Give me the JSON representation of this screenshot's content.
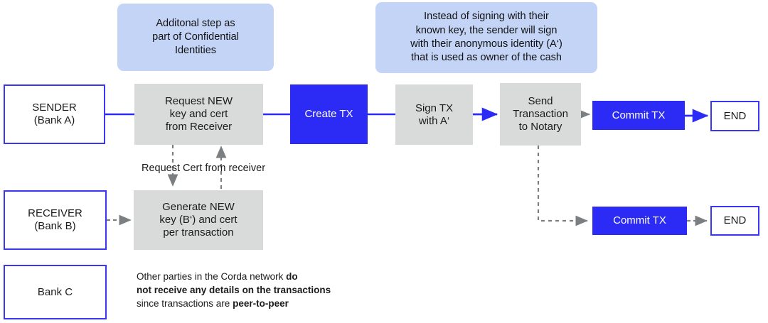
{
  "diagram": {
    "title": "Corda confidential identities transaction flow",
    "colors": {
      "accent_blue": "#2B2BF5",
      "outline_blue": "#3B36F0",
      "callout_blue": "#C3D4F7",
      "process_gray": "#D9DBDB",
      "dashed_gray": "#808285",
      "text": "#1b1b1b"
    }
  },
  "callouts": [
    {
      "id": "confidential-identities",
      "text": "Additonal step as\npart of Confidential\nIdentities"
    },
    {
      "id": "anonymous-identity",
      "text": "Instead of signing with their\nknown key, the sender will sign\nwith their anonymous identity (A‘)\nthat is used as owner of the cash"
    }
  ],
  "parties": [
    {
      "id": "sender",
      "text": "SENDER\n(Bank A)"
    },
    {
      "id": "receiver",
      "text": "RECEIVER\n(Bank B)"
    },
    {
      "id": "bank-c",
      "text": "Bank C"
    }
  ],
  "sender_flow": [
    {
      "id": "request-new-key",
      "kind": "process",
      "text": "Request NEW\nkey and cert\nfrom Receiver"
    },
    {
      "id": "create-tx",
      "kind": "action",
      "text": "Create TX"
    },
    {
      "id": "sign-tx",
      "kind": "process",
      "text": "Sign TX\nwith A‘"
    },
    {
      "id": "send-to-notary",
      "kind": "process",
      "text": "Send\nTransaction\nto Notary"
    },
    {
      "id": "commit-tx-top",
      "kind": "action",
      "text": "Commit TX"
    },
    {
      "id": "end-top",
      "kind": "party",
      "text": "END"
    }
  ],
  "receiver_flow": [
    {
      "id": "generate-new-key",
      "kind": "process",
      "text": "Generate NEW\nkey (B‘) and cert\nper transaction"
    },
    {
      "id": "commit-tx-bottom",
      "kind": "action",
      "text": "Commit TX"
    },
    {
      "id": "end-bottom",
      "kind": "party",
      "text": "END"
    }
  ],
  "edge_labels": [
    {
      "id": "request-cert",
      "text": "Request Cert from receiver"
    }
  ],
  "footnote": {
    "line1_plain": "Other parties in the Corda network ",
    "line1_bold": "do",
    "line2_bold": "not receive any details on the transactions",
    "line3_plain": "since transactions are ",
    "line3_bold": "peer-to-peer"
  }
}
